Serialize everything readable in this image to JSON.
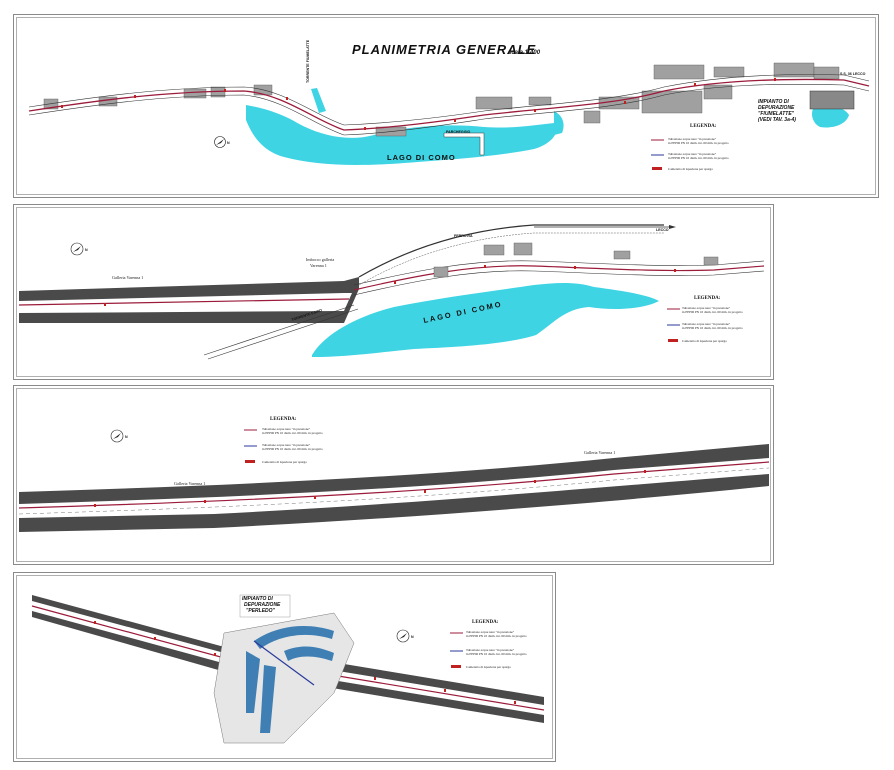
{
  "sheet1": {
    "title": "PLANIMETRIA GENERALE",
    "scale": "scala 1:400",
    "lake_label": "LAGO DI COMO",
    "plant_label": [
      "IMPIANTO DI",
      "DEPURAZIONE",
      "\"FIUMELATTE\"",
      "(VEDI TAV. 3a-4)"
    ],
    "canal_label": "TORRENTE FIUMELATTE",
    "parking_label": "PARCHEGGIO",
    "road_label": "S.S. 36 LECCO",
    "legend": {
      "title": "LEGENDA:",
      "item1": [
        "Tubazione acque nere \"in pressione\"",
        "in PEHD PN 10 diam. int. 60 mm. in progetto"
      ],
      "item2": [
        "Tubazione acque nere \"in pressione\"",
        "in PEHD PN 10 diam. int. 60 mm. in progetto"
      ],
      "item3": "Cameretta di ispezione per spurgo"
    }
  },
  "sheet2": {
    "lake_label": "LAGO DI COMO",
    "tunnel_label": "Galleria Varenna 1",
    "gallery_label": [
      "Imbocco galleria",
      "Varenna 1"
    ],
    "canal_label": "TORRENTE ESINO",
    "rail_label": "FERROVIA",
    "road_label": "LECCO",
    "legend": {
      "title": "LEGENDA:",
      "item1": [
        "Tubazione acque nere \"in pressione\"",
        "in PEHD PN 10 diam. int. 60 mm. in progetto"
      ],
      "item2": [
        "Tubazione acque nere \"in pressione\"",
        "in PEHD PN 10 diam. int. 60 mm. in progetto"
      ],
      "item3": "Cameretta di ispezione per spurgo"
    }
  },
  "sheet3": {
    "tunnel_label_left": "Galleria Varenna 1",
    "tunnel_label_right": "Galleria Varenna 1",
    "legend": {
      "title": "LEGENDA:",
      "item1": [
        "Tubazione acque nere \"in pressione\"",
        "in PEHD PN 10 diam. int. 60 mm. in progetto"
      ],
      "item2": [
        "Tubazione acque nere \"in pressione\"",
        "in PEHD PN 10 diam. int. 60 mm. in progetto"
      ],
      "item3": "Cameretta di ispezione per spurgo"
    }
  },
  "sheet4": {
    "plant_label": [
      "IMPIANTO DI",
      "DEPURAZIONE",
      "\"PERLEDO\""
    ],
    "legend": {
      "title": "LEGENDA:",
      "item1": [
        "Tubazione acque nere \"in pressione\"",
        "in PEHD PN 10 diam. int. 60 mm. in progetto"
      ],
      "item2": [
        "Tubazione acque nere \"in pressione\"",
        "in PEHD PN 10 diam. int. 60 mm. in progetto"
      ],
      "item3": "Cameretta di ispezione per spurgo"
    }
  },
  "colors": {
    "lake": "#3fd4e4",
    "pipe_red": "#9b1b3a",
    "pipe_blue": "#2a3a9c",
    "tunnel": "#4a4a4a",
    "building": "#9a9a9a"
  },
  "icons": [
    "north-arrow-icon"
  ]
}
